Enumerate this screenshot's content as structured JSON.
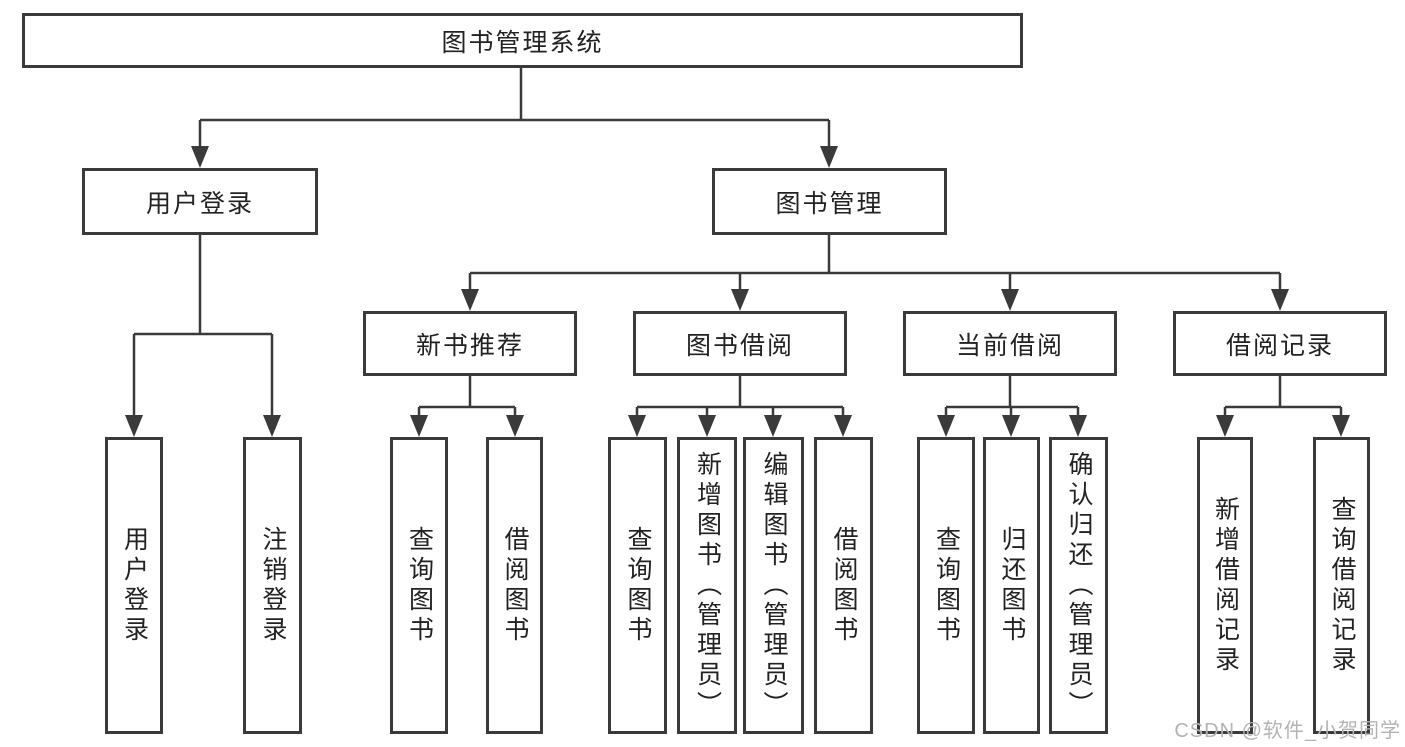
{
  "colors": {
    "line": "#3a3a3a",
    "box_border": "#3a3a3a",
    "text": "#222222",
    "watermark": "#b3b3b3",
    "background": "#ffffff"
  },
  "watermark": "CSDN @软件_小贺同学",
  "tree": {
    "root": "图书管理系统",
    "branches": [
      {
        "label": "用户登录",
        "children": [
          "用户登录",
          "注销登录"
        ]
      },
      {
        "label": "图书管理",
        "groups": [
          {
            "label": "新书推荐",
            "children": [
              "查询图书",
              "借阅图书"
            ]
          },
          {
            "label": "图书借阅",
            "children": [
              "查询图书",
              "新增图书（管理员）",
              "编辑图书（管理员）",
              "借阅图书"
            ]
          },
          {
            "label": "当前借阅",
            "children": [
              "查询图书",
              "归还图书",
              "确认归还（管理员）"
            ]
          },
          {
            "label": "借阅记录",
            "children": [
              "新增借阅记录",
              "查询借阅记录"
            ]
          }
        ]
      }
    ]
  }
}
